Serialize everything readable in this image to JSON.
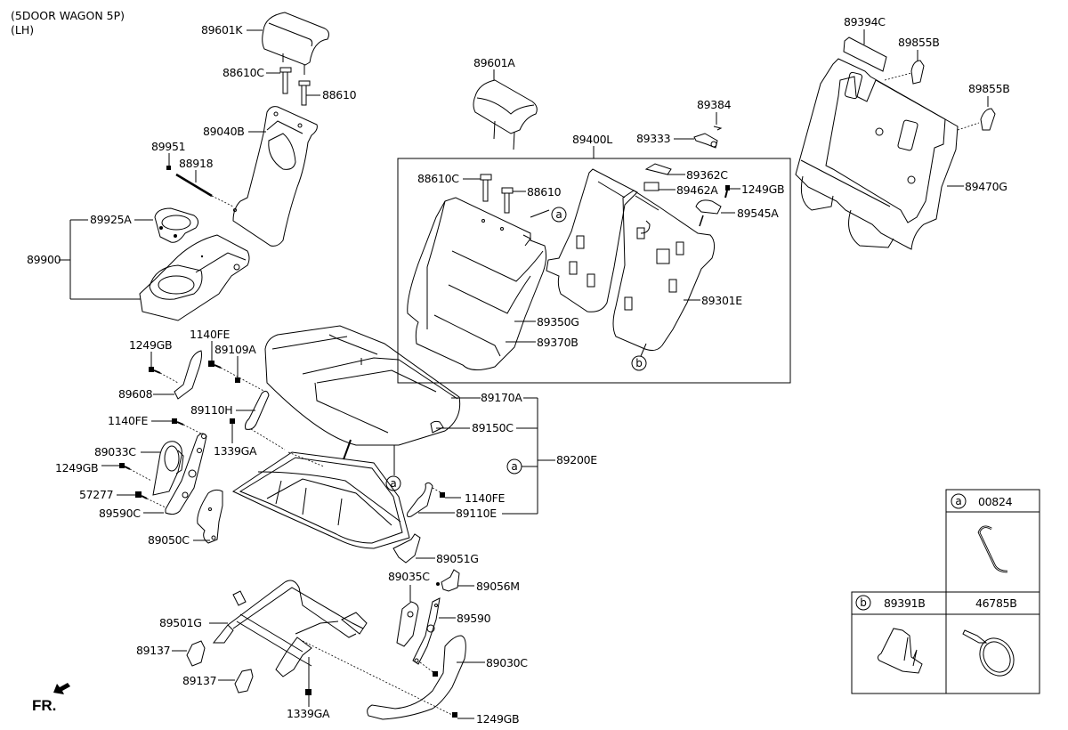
{
  "header": {
    "variant": "(5DOOR WAGON 5P)",
    "side": "(LH)"
  },
  "orientation": {
    "label": "FR.",
    "icon": "front-direction-arrow-icon"
  },
  "labels": {
    "p89601K": "89601K",
    "p88610C_top": "88610C",
    "p88610_top": "88610",
    "p89040B": "89040B",
    "p89951": "89951",
    "p88918": "88918",
    "p89925A": "89925A",
    "p89900": "89900",
    "p1249GB_a": "1249GB",
    "p1140FE_a": "1140FE",
    "p89109A": "89109A",
    "p89608": "89608",
    "p89110H": "89110H",
    "p1140FE_b": "1140FE",
    "p1339GA_a": "1339GA",
    "p89033C": "89033C",
    "p1249GB_b": "1249GB",
    "p57277": "57277",
    "p89590C": "89590C",
    "p89050C": "89050C",
    "p89601A": "89601A",
    "p89384": "89384",
    "p89333": "89333",
    "p89400L": "89400L",
    "p88610C_box": "88610C",
    "p88610_box": "88610",
    "p89362C": "89362C",
    "p89462A": "89462A",
    "p1249GB_box": "1249GB",
    "p89545A": "89545A",
    "p89301E": "89301E",
    "p89350G": "89350G",
    "p89370B": "89370B",
    "p89394C": "89394C",
    "p89855B_a": "89855B",
    "p89855B_b": "89855B",
    "p89470G": "89470G",
    "p89170A": "89170A",
    "p89150C": "89150C",
    "p89200E": "89200E",
    "p1140FE_c": "1140FE",
    "p89110E": "89110E",
    "p89051G": "89051G",
    "p89035C": "89035C",
    "p89056M": "89056M",
    "p89590": "89590",
    "p89030C": "89030C",
    "p1249GB_c": "1249GB",
    "p89501G": "89501G",
    "p89137_a": "89137",
    "p89137_b": "89137",
    "p1339GA_b": "1339GA"
  },
  "callouts": {
    "a": "a",
    "b": "b"
  },
  "legend": {
    "a": {
      "marker": "a",
      "part_no": "00824",
      "icon": "wire-hook-clip-icon"
    },
    "b": {
      "marker": "b",
      "part_no": "89391B",
      "icon": "retainer-clip-icon"
    },
    "c": {
      "part_no": "46785B",
      "icon": "cable-tie-icon"
    }
  }
}
